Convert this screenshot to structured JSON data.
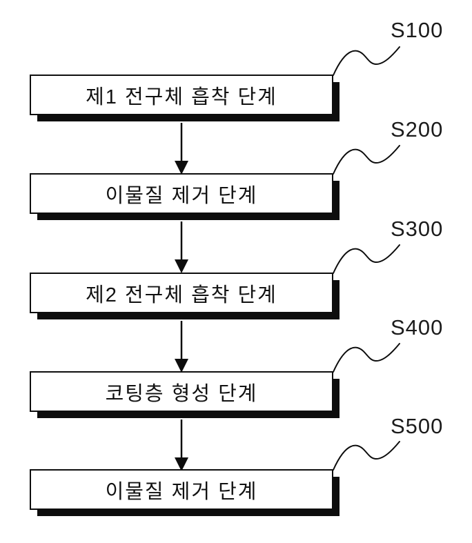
{
  "figure": {
    "background_color": "#ffffff",
    "line_color": "#0d0d0d",
    "steps": [
      {
        "box_label": "제1 전구체 흡착 단계",
        "ref_label": "S100"
      },
      {
        "box_label": "이물질 제거 단계",
        "ref_label": "S200"
      },
      {
        "box_label": "제2 전구체 흡착 단계",
        "ref_label": "S300"
      },
      {
        "box_label": "코팅층 형성 단계",
        "ref_label": "S400"
      },
      {
        "box_label": "이물질 제거 단계",
        "ref_label": "S500"
      }
    ]
  }
}
